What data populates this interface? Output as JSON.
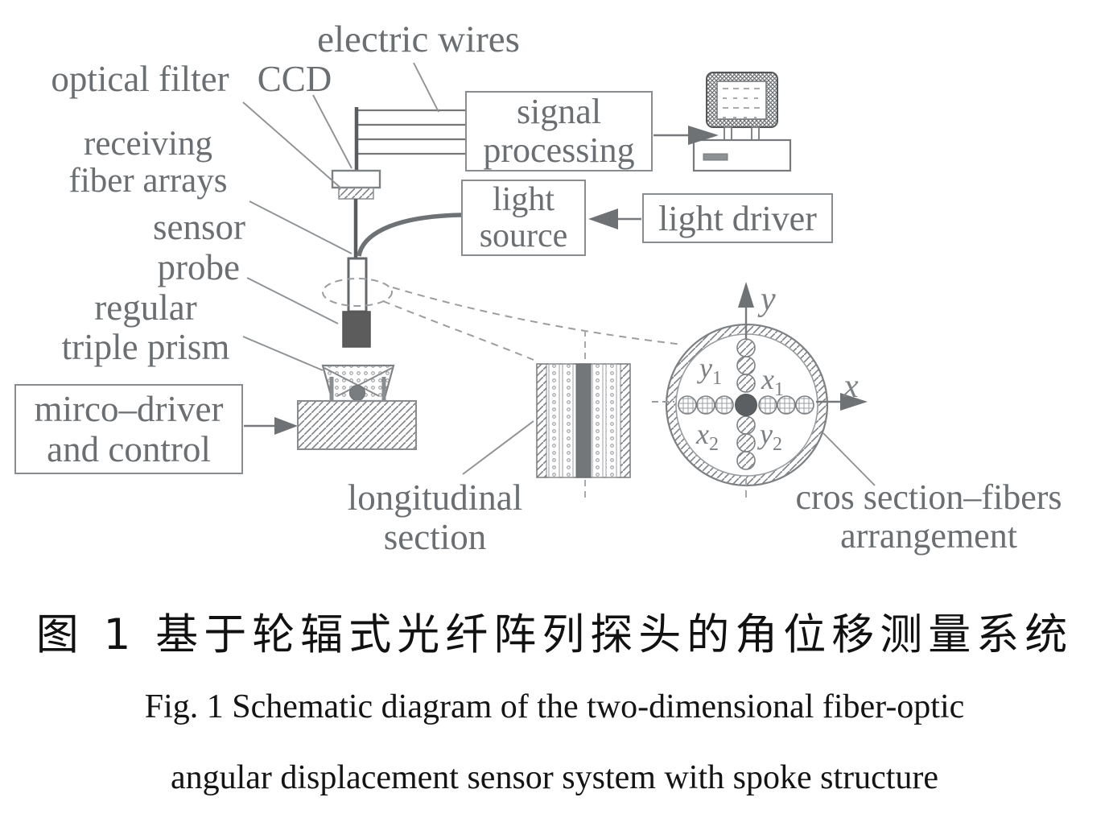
{
  "figure": {
    "caption_zh": "图 1  基于轮辐式光纤阵列探头的角位移测量系统",
    "caption_en_line1": "Fig. 1  Schematic diagram of the two-dimensional fiber-optic",
    "caption_en_line2": "angular displacement sensor system with spoke structure"
  },
  "labels": {
    "electric_wires": "electric wires",
    "optical_filter": "optical filter",
    "ccd": "CCD",
    "receiving_line1": "receiving",
    "receiving_line2": "fiber arrays",
    "sensor": "sensor",
    "probe": "probe",
    "regular_line1": "regular",
    "regular_line2": "triple prism",
    "longitudinal_line1": "longitudinal",
    "longitudinal_line2": "section",
    "cross_line1": "cros section–fibers",
    "cross_line2": "arrangement"
  },
  "boxes": {
    "signal_processing_line1": "signal",
    "signal_processing_line2": "processing",
    "light_source_line1": "light",
    "light_source_line2": "source",
    "light_driver": "light driver",
    "micro_driver_line1": "mirco–driver",
    "micro_driver_line2": "and control"
  },
  "axes": {
    "x": "x",
    "y": "y"
  },
  "fiber_labels": {
    "y1": {
      "base": "y",
      "sub": "1"
    },
    "x1": {
      "base": "x",
      "sub": "1"
    },
    "x2": {
      "base": "x",
      "sub": "2"
    },
    "y2": {
      "base": "y",
      "sub": "2"
    }
  },
  "colors": {
    "line_gray": "#777777",
    "label_gray": "#6b6f72",
    "dark_fill": "#5c5c5c",
    "caption_black": "#111111"
  }
}
